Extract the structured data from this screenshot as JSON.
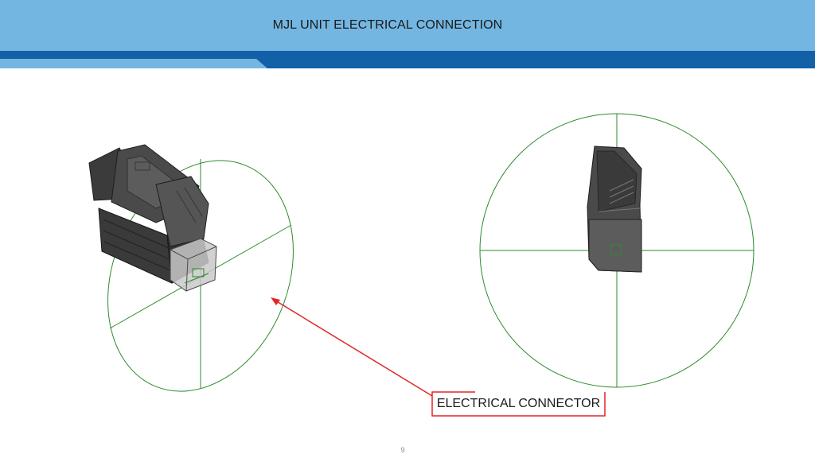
{
  "slide": {
    "title": "MJL UNIT ELECTRICAL CONNECTION",
    "page_number": "9",
    "colors": {
      "header_light": "#74b6e2",
      "header_dark": "#1160a8",
      "guide_circle": "#2e8b2e",
      "callout": "#e32626"
    }
  },
  "callout": {
    "label": "ELECTRICAL CONNECTOR"
  },
  "views": [
    {
      "name": "isometric-view",
      "shows": "mjl-unit"
    },
    {
      "name": "front-view",
      "shows": "mjl-unit"
    }
  ]
}
